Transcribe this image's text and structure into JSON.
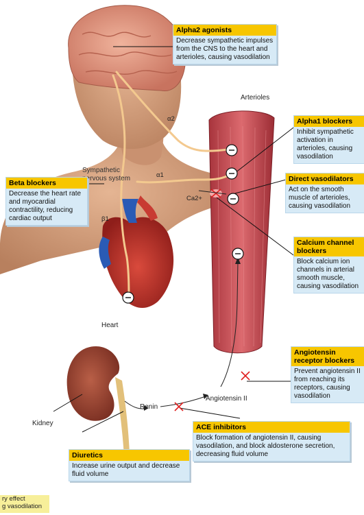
{
  "labels": {
    "arterioles": "Arterioles",
    "sympathetic": "Sympathetic nervous system",
    "heart": "Heart",
    "kidney": "Kidney",
    "renin": "Renin",
    "angiotensin": "Angiotensin II",
    "alpha2": "α2",
    "alpha1": "α1",
    "beta1": "β1",
    "calcium": "Ca2+"
  },
  "boxes": {
    "alpha2_agonists": {
      "title": "Alpha2 agonists",
      "text": "Decrease sympathetic impulses from the CNS to the heart and arterioles, causing vasodilation"
    },
    "alpha1_blockers": {
      "title": "Alpha1 blockers",
      "text": "Inhibit sympathetic activation in arterioles, causing vasodilation"
    },
    "direct_vasodilators": {
      "title": "Direct vasodilators",
      "text": "Act on the smooth muscle of arterioles, causing vasodilation"
    },
    "beta_blockers": {
      "title": "Beta blockers",
      "text": "Decrease the heart rate and myocardial contractility, reducing cardiac output"
    },
    "calcium_blockers": {
      "title": "Calcium channel blockers",
      "text": "Block calcium ion channels in arterial smooth muscle, causing vasodilation"
    },
    "arb": {
      "title": "Angiotensin receptor blockers",
      "text": "Prevent angiotensin II from reaching its receptors, causing vasodilation"
    },
    "ace_inhibitors": {
      "title": "ACE inhibitors",
      "text": "Block formation of angiotensin II, causing vasodilation, and block aldosterone secretion, decreasing fluid volume"
    },
    "diuretics": {
      "title": "Diuretics",
      "text": "Increase urine output and decrease fluid volume"
    }
  },
  "legend": {
    "line1": "ry effect",
    "line2": "g vasodilation"
  },
  "colors": {
    "header": "#f7c600",
    "box": "#d7eaf6",
    "vessel": "#c0464e",
    "nerve": "#f3c98f",
    "block": "#e02020",
    "skin": "#d9a17c"
  }
}
